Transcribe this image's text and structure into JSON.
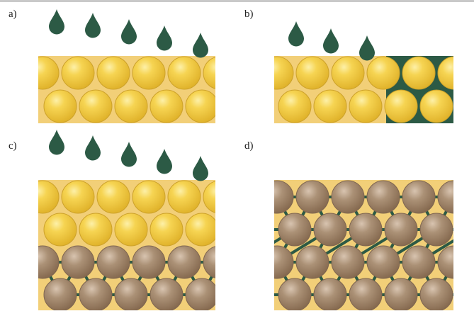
{
  "panels": [
    {
      "id": "a",
      "label": "a)"
    },
    {
      "id": "b",
      "label": "b)"
    },
    {
      "id": "c",
      "label": "c)"
    },
    {
      "id": "d",
      "label": "d)"
    }
  ],
  "colors": {
    "block_background": "#f2cf78",
    "yellow_sphere": "#f3ca3a",
    "yellow_highlight": "#fbe78a",
    "yellow_edge": "#cda22a",
    "brown_sphere": "#a58a6f",
    "brown_highlight": "#c7b09a",
    "brown_edge": "#7f6650",
    "droplet": "#2c5a45",
    "bond": "#2c5a45"
  }
}
